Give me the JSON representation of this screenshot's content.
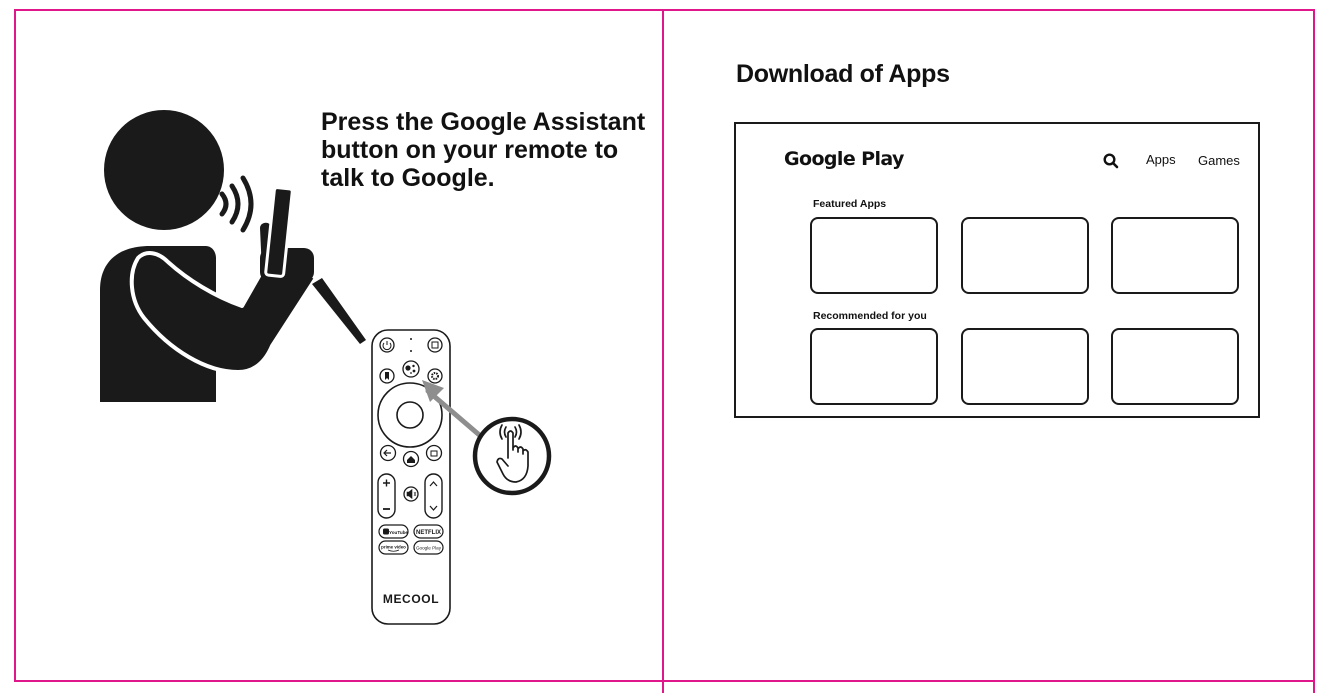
{
  "left_panel": {
    "instruction_lines": [
      "Press the Google Assistant",
      "button on your remote to",
      "talk to Google."
    ],
    "remote": {
      "brand": "MECOOL",
      "shortcut_buttons": [
        "YouTube",
        "NETFLIX",
        "prime video",
        "Google Play"
      ],
      "icons": {
        "power": "power-icon",
        "input": "input-icon",
        "bookmark": "bookmark-icon",
        "assistant": "google-assistant-icon",
        "settings": "settings-gear-icon",
        "back": "back-arrow-icon",
        "home": "home-icon",
        "live_tv": "live-tv-icon",
        "mute": "mute-icon",
        "volume_up": "plus-icon",
        "volume_down": "minus-icon",
        "channel_up": "chevron-up-icon",
        "channel_down": "chevron-down-icon"
      }
    },
    "colors": {
      "ink": "#1a1a1a",
      "arrow": "#8e8e8e",
      "guide": "#e0168b"
    }
  },
  "right_panel": {
    "title": "Download of Apps",
    "google_play": {
      "logo": "Google Play",
      "search_icon": "search-icon",
      "nav": [
        "Apps",
        "Games"
      ],
      "sections": [
        {
          "label": "Featured Apps",
          "tile_count": 3
        },
        {
          "label": "Recommended for you",
          "tile_count": 3
        }
      ]
    }
  }
}
